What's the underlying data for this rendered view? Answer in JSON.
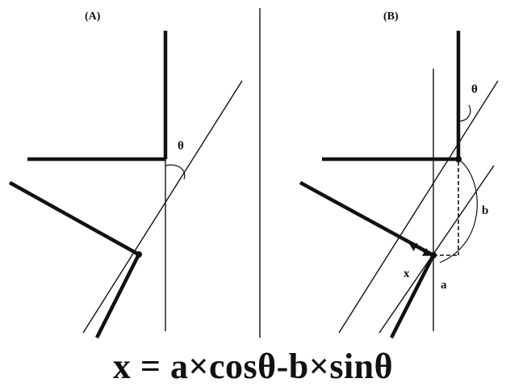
{
  "panels": {
    "left_label": "(A)",
    "right_label": "(B)"
  },
  "symbols": {
    "theta": "θ",
    "a": "a",
    "b": "b",
    "x": "x"
  },
  "formula": "x = a×cosθ-b×sinθ",
  "colors": {
    "ink": "#111111",
    "background": "#ffffff"
  }
}
